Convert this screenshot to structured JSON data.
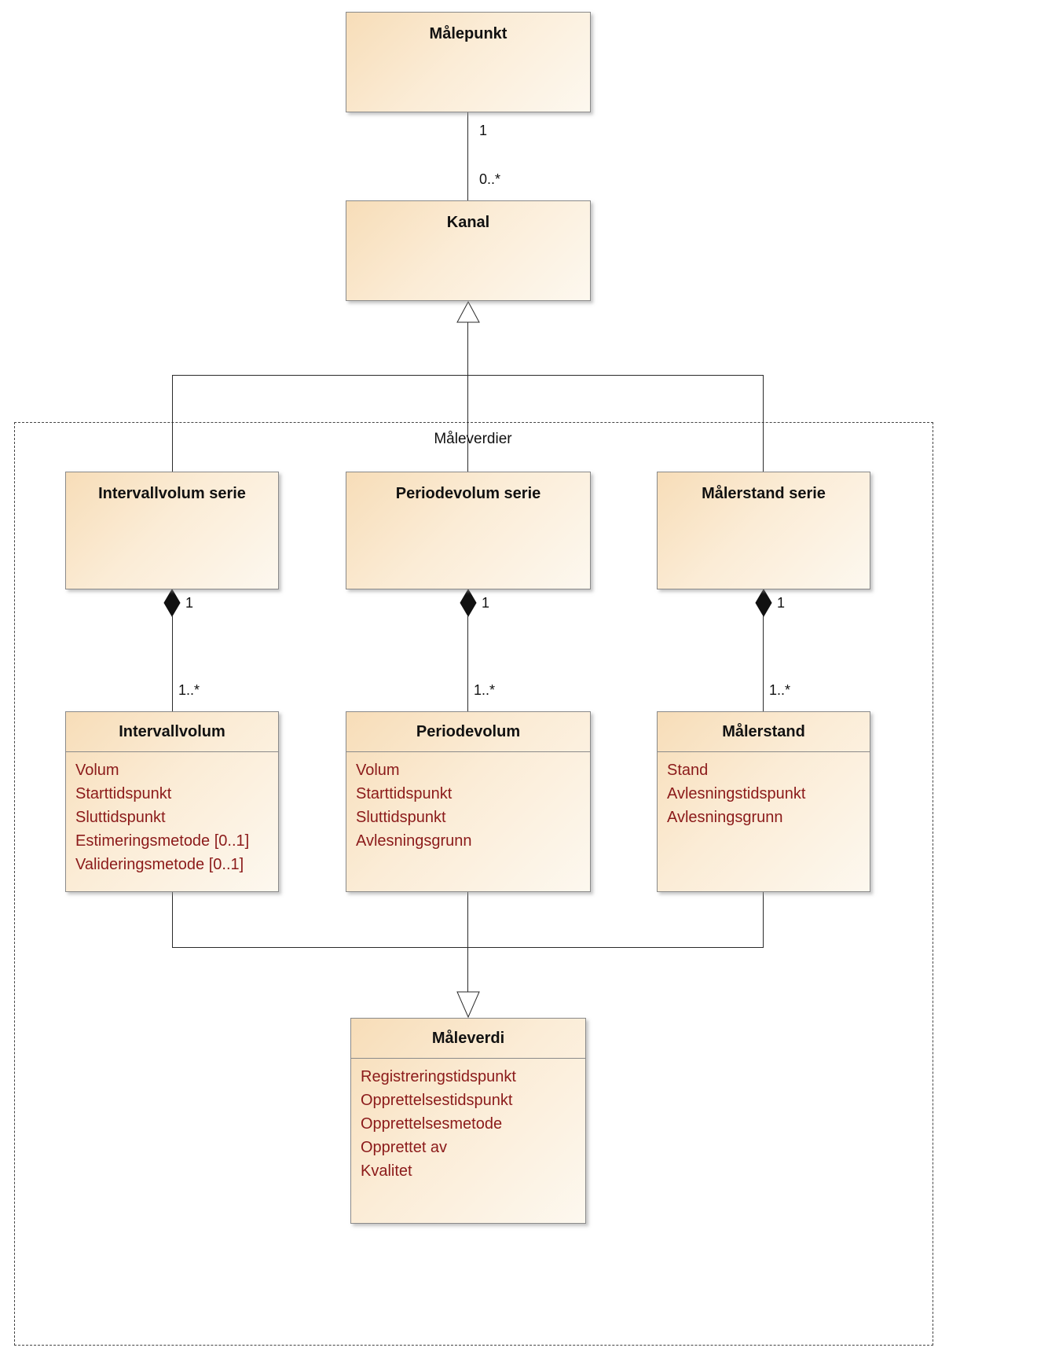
{
  "diagram": {
    "package": {
      "label": "Måleverdier"
    },
    "classes": {
      "malepunkt": {
        "title": "Målepunkt"
      },
      "kanal": {
        "title": "Kanal"
      },
      "intervallvolum_serie": {
        "title": "Intervallvolum serie"
      },
      "periodevolum_serie": {
        "title": "Periodevolum serie"
      },
      "malerstand_serie": {
        "title": "Målerstand serie"
      },
      "intervallvolum": {
        "title": "Intervallvolum",
        "attributes": [
          "Volum",
          "Starttidspunkt",
          "Sluttidspunkt",
          "Estimeringsmetode [0..1]",
          "Valideringsmetode [0..1]"
        ]
      },
      "periodevolum": {
        "title": "Periodevolum",
        "attributes": [
          "Volum",
          "Starttidspunkt",
          "Sluttidspunkt",
          "Avlesningsgrunn"
        ]
      },
      "malerstand": {
        "title": "Målerstand",
        "attributes": [
          "Stand",
          "Avlesningstidspunkt",
          "Avlesningsgrunn"
        ]
      },
      "maleverdi": {
        "title": "Måleverdi",
        "attributes": [
          "Registreringstidspunkt",
          "Opprettelsestidspunkt",
          "Opprettelsesmetode",
          "Opprettet av",
          "Kvalitet"
        ]
      }
    },
    "multiplicities": {
      "kanal_source": "1",
      "kanal_target": "0..*",
      "intervall_source": "1",
      "intervall_target": "1..*",
      "periode_source": "1",
      "periode_target": "1..*",
      "malerstand_source": "1",
      "malerstand_target": "1..*"
    },
    "colors": {
      "box_fill_start": "#f7ddb8",
      "box_fill_end": "#fdf8ef",
      "attribute_text": "#8b1a1a",
      "line": "#2a2a2a"
    }
  }
}
